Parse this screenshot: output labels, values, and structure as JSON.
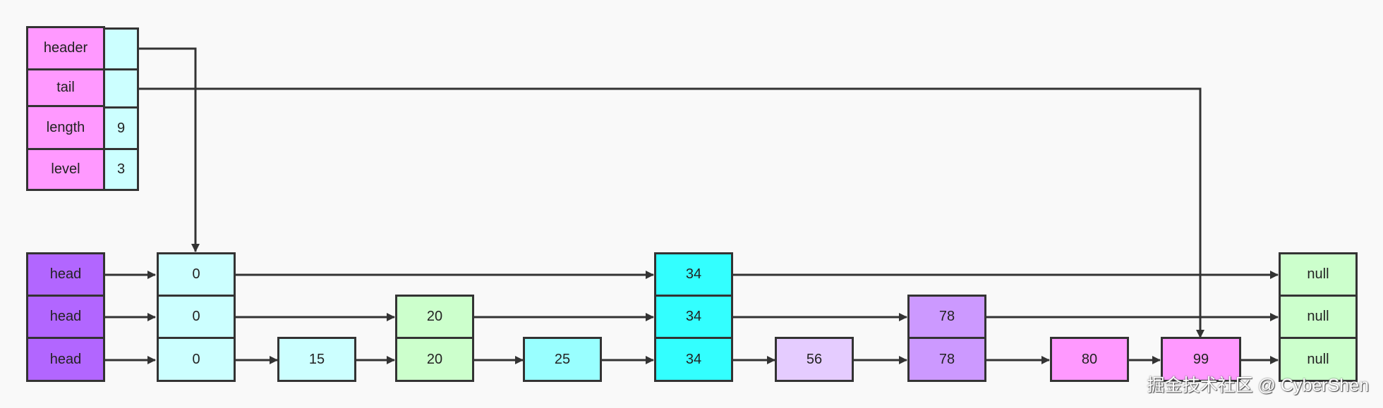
{
  "header_struct": {
    "fields": [
      {
        "label": "header",
        "value": ""
      },
      {
        "label": "tail",
        "value": ""
      },
      {
        "label": "length",
        "value": "9"
      },
      {
        "label": "level",
        "value": "3"
      }
    ]
  },
  "levels": {
    "head_label": "head",
    "level3": [
      "0",
      "34",
      "null"
    ],
    "level2": [
      "0",
      "20",
      "34",
      "78",
      "null"
    ],
    "level1": [
      "0",
      "15",
      "20",
      "25",
      "34",
      "56",
      "78",
      "80",
      "99",
      "null"
    ]
  },
  "colors": {
    "header_label_fill": "#ff99ff",
    "pointer_fill": "#ccffff",
    "head_fill": "#b266ff",
    "node_0": "#ccffff",
    "node_15": "#ccffff",
    "node_20": "#ccffcc",
    "node_25": "#99ffff",
    "node_34": "#33ffff",
    "node_56": "#e5ccff",
    "node_78": "#cc99ff",
    "node_80": "#ff99ff",
    "node_99": "#ff99ff",
    "node_null": "#ccffcc"
  },
  "watermark": "掘金技术社区 @ CyberShen"
}
